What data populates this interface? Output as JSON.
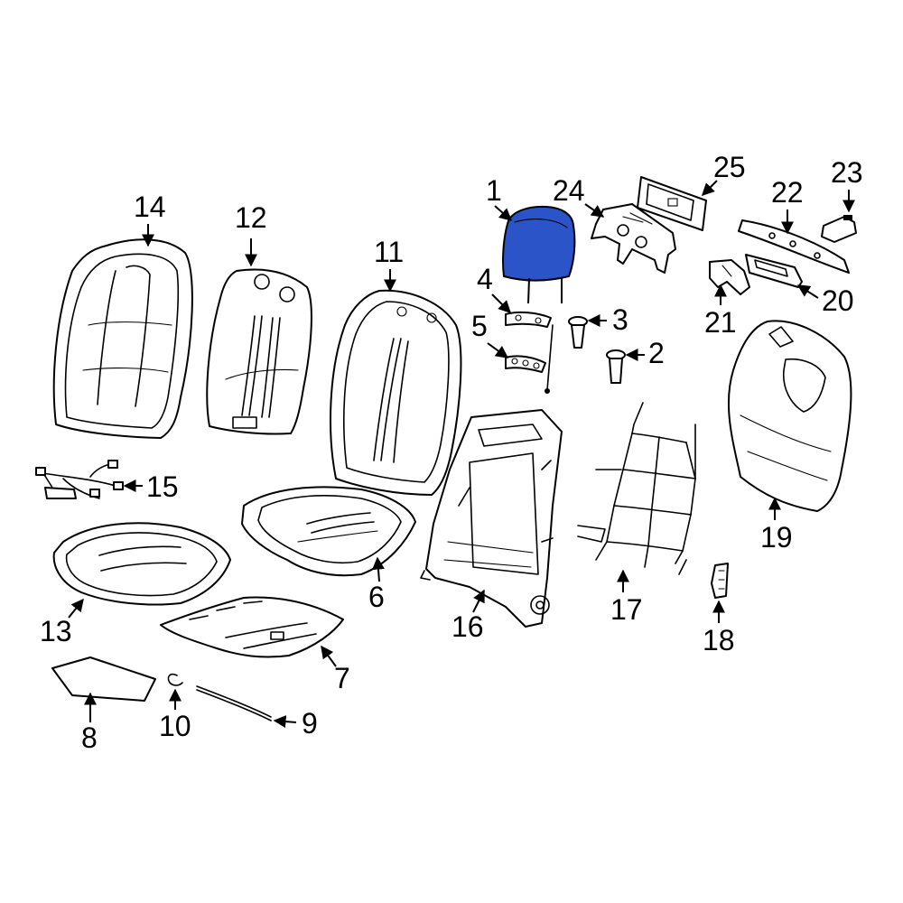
{
  "diagram": {
    "highlight_color": "#2a54c8",
    "line_color": "#000000",
    "background": "#ffffff",
    "callouts": [
      {
        "id": "c1",
        "label": "1"
      },
      {
        "id": "c2",
        "label": "2"
      },
      {
        "id": "c3",
        "label": "3"
      },
      {
        "id": "c4",
        "label": "4"
      },
      {
        "id": "c5",
        "label": "5"
      },
      {
        "id": "c6",
        "label": "6"
      },
      {
        "id": "c7",
        "label": "7"
      },
      {
        "id": "c8",
        "label": "8"
      },
      {
        "id": "c9",
        "label": "9"
      },
      {
        "id": "c10",
        "label": "10"
      },
      {
        "id": "c11",
        "label": "11"
      },
      {
        "id": "c12",
        "label": "12"
      },
      {
        "id": "c13",
        "label": "13"
      },
      {
        "id": "c14",
        "label": "14"
      },
      {
        "id": "c15",
        "label": "15"
      },
      {
        "id": "c16",
        "label": "16"
      },
      {
        "id": "c17",
        "label": "17"
      },
      {
        "id": "c18",
        "label": "18"
      },
      {
        "id": "c19",
        "label": "19"
      },
      {
        "id": "c20",
        "label": "20"
      },
      {
        "id": "c21",
        "label": "21"
      },
      {
        "id": "c22",
        "label": "22"
      },
      {
        "id": "c23",
        "label": "23"
      },
      {
        "id": "c24",
        "label": "24"
      },
      {
        "id": "c25",
        "label": "25"
      }
    ]
  }
}
